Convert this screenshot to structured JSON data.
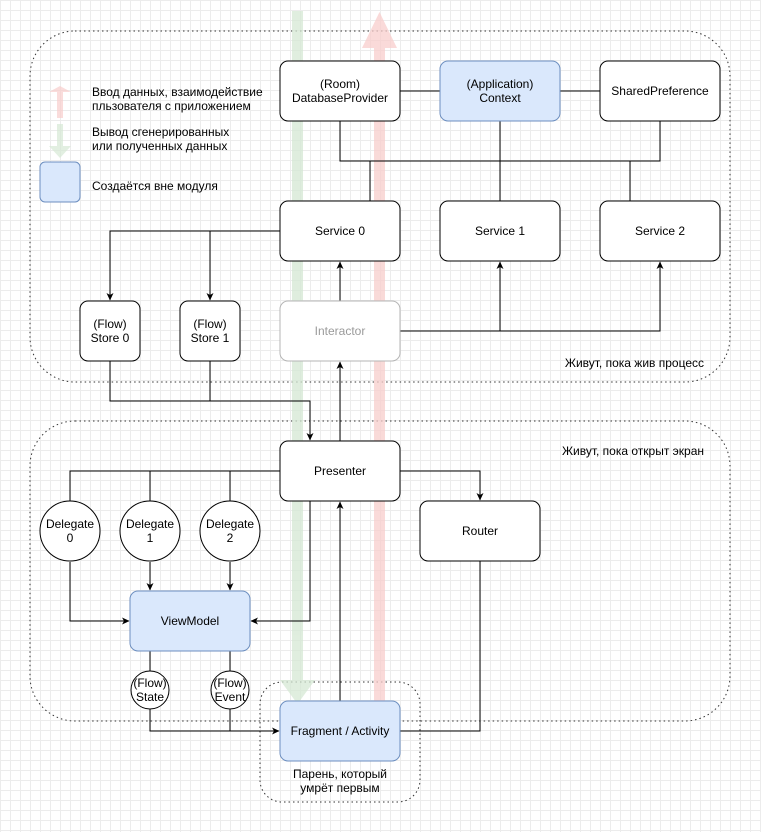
{
  "legend": {
    "input": "Ввод данных, взаимодействие\nпльзователя с приложением",
    "output": "Вывод сгенерированных\nили полученных данных",
    "external": "Создаётся вне модуля"
  },
  "zones": {
    "process": "Живут, пока жив процесс",
    "screen": "Живут, пока открыт экран",
    "fragment": "Парень, который\nумрёт первым"
  },
  "nodes": {
    "database_provider": "(Room)\nDatabaseProvider",
    "context": "(Application)\nContext",
    "shared_preference": "SharedPreference",
    "service_0": "Service 0",
    "service_1": "Service 1",
    "service_2": "Service 2",
    "store_0": "(Flow)\nStore 0",
    "store_1": "(Flow)\nStore 1",
    "interactor": "Interactor",
    "presenter": "Presenter",
    "router": "Router",
    "delegate_0": "Delegate\n0",
    "delegate_1": "Delegate\n1",
    "delegate_2": "Delegate\n2",
    "view_model": "ViewModel",
    "flow_state": "(Flow)\nState",
    "flow_event": "(Flow)\nEvent",
    "fragment_activity": "Fragment / Activity"
  },
  "colors": {
    "blue_fill": "#dae8fc",
    "blue_stroke": "#6c8ebf",
    "input_arrow": "#f8cecc",
    "output_arrow": "#d5e8d4",
    "muted_text": "#9a9a9a"
  }
}
